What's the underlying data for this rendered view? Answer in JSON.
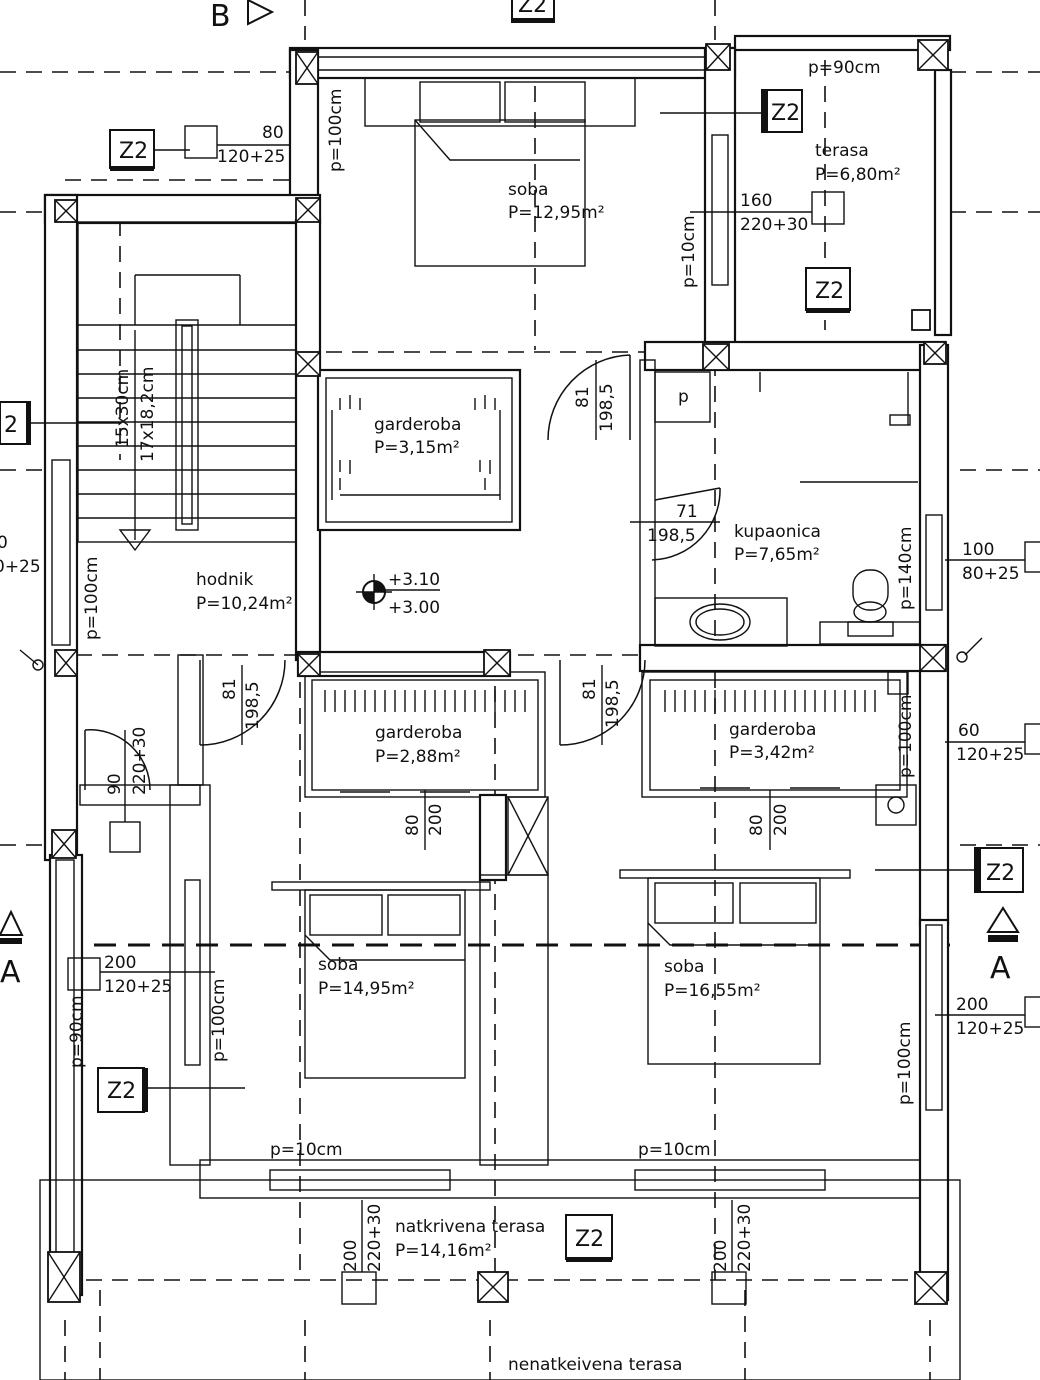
{
  "rooms": {
    "soba_top": {
      "name": "soba",
      "area": "P=12,95m²"
    },
    "terasa": {
      "name": "terasa",
      "area": "P=6,80m²"
    },
    "garderoba1": {
      "name": "garderoba",
      "area": "P=3,15m²"
    },
    "hodnik": {
      "name": "hodnik",
      "area": "P=10,24m²"
    },
    "kupaonica": {
      "name": "kupaonica",
      "area": "P=7,65m²",
      "p_label": "p"
    },
    "garderoba2": {
      "name": "garderoba",
      "area": "P=2,88m²"
    },
    "garderoba3": {
      "name": "garderoba",
      "area": "P=3,42m²"
    },
    "soba_left": {
      "name": "soba",
      "area": "P=14,95m²"
    },
    "soba_right": {
      "name": "soba",
      "area": "P=16,55m²"
    },
    "natkrivena": {
      "name": "natkrivena terasa",
      "area": "P=14,16m²"
    },
    "nenatkrivena": {
      "name": "nenatkeivena terasa"
    }
  },
  "wall_labels": {
    "p90_top": "p=90cm",
    "p100_soba_top": "p=100cm",
    "p10_soba_top": "p=10cm",
    "p100_hodnik": "p=100cm",
    "p140_bath": "p=140cm",
    "p100_gard3": "p=100cm",
    "p100_left_room": "p=100cm",
    "p90_left": "p=90cm",
    "p100_right_room": "p=100cm",
    "p10_bottom_left": "p=10cm",
    "p10_bottom_right": "p=10cm"
  },
  "dimensions": {
    "w80": "80",
    "w120_25": "120+25",
    "w160": "160",
    "w220_30": "220+30",
    "stairs1": "15x30cm",
    "stairs2": "17x18,2cm",
    "d81a": "81",
    "d198a": "198,5",
    "d71": "71",
    "d198b": "198,5",
    "d81b": "81",
    "d198c": "198,5",
    "d81c": "81",
    "d198d": "198,5",
    "w100r": "100",
    "w80_25r": "80+25",
    "w60r": "60",
    "w120_25r": "120+25",
    "w200r": "200",
    "w120_25r2": "120+25",
    "w0l": "0",
    "w0_25l": "0+25",
    "d90": "90",
    "d220_30": "220+30",
    "w200l": "200",
    "w120_25l": "120+25",
    "g80a": "80",
    "g200a": "200",
    "g80b": "80",
    "g200b": "200",
    "t200a": "200",
    "t220_30a": "220+30",
    "t200b": "200",
    "t220_30b": "220+30"
  },
  "levels": {
    "upper": "+3.10",
    "lower": "+3.00"
  },
  "section_marks": {
    "a_left": "A",
    "a_right": "A",
    "b_top": "B"
  },
  "tags": {
    "label": "Z2",
    "partial": "2"
  }
}
